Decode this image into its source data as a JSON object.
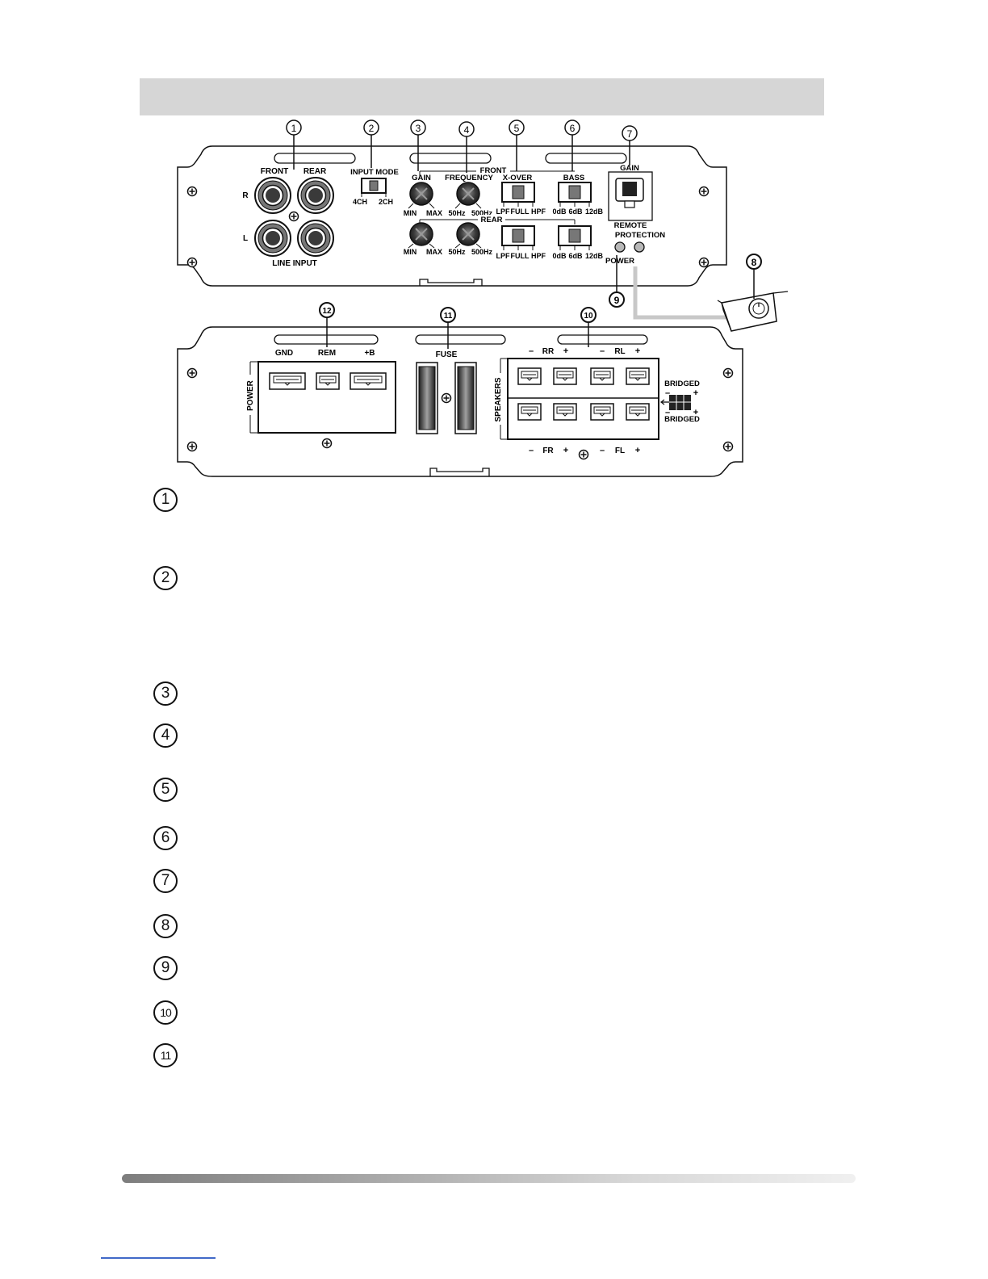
{
  "top_panel": {
    "front_label": "FRONT",
    "rear_label": "REAR",
    "r_label": "R",
    "l_label": "L",
    "line_input_label": "LINE INPUT",
    "input_mode_label": "INPUT MODE",
    "mode_4ch": "4CH",
    "mode_2ch": "2CH",
    "front_group_label": "FRONT",
    "rear_group_label": "REAR",
    "gain_label": "GAIN",
    "frequency_label": "FREQUENCY",
    "xover_label": "X-OVER",
    "bass_label": "BASS",
    "min_label": "MIN",
    "max_label": "MAX",
    "freq_low": "50Hz",
    "freq_high": "500Hz",
    "lpf_label": "LPF",
    "full_label": "FULL",
    "hpf_label": "HPF",
    "db0": "0dB",
    "db6": "6dB",
    "db12": "12dB",
    "remote_gain_label": "GAIN",
    "remote_label": "REMOTE",
    "protection_label": "PROTECTION",
    "power_led_label": "POWER"
  },
  "bottom_panel": {
    "gnd_label": "GND",
    "rem_label": "REM",
    "b_label": "+B",
    "power_label": "POWER",
    "fuse_label": "FUSE",
    "speakers_label": "SPEAKERS",
    "rr_label": "RR",
    "rl_label": "RL",
    "fr_label": "FR",
    "fl_label": "FL",
    "minus": "–",
    "plus": "+",
    "bridged_top": "BRIDGED",
    "bridged_bottom": "BRIDGED"
  },
  "callouts": [
    "1",
    "2",
    "3",
    "4",
    "5",
    "6",
    "7",
    "8",
    "9",
    "10",
    "11",
    "12"
  ],
  "list_callouts": [
    "1",
    "2",
    "3",
    "4",
    "5",
    "6",
    "7",
    "8",
    "9",
    "10",
    "11"
  ],
  "colors": {
    "header_bar": "#d6d6d6",
    "knob": "#3a3a3a",
    "led": "#b8b8b8",
    "remote_cable": "#c8c8c8",
    "link_underline": "#4169c8"
  }
}
